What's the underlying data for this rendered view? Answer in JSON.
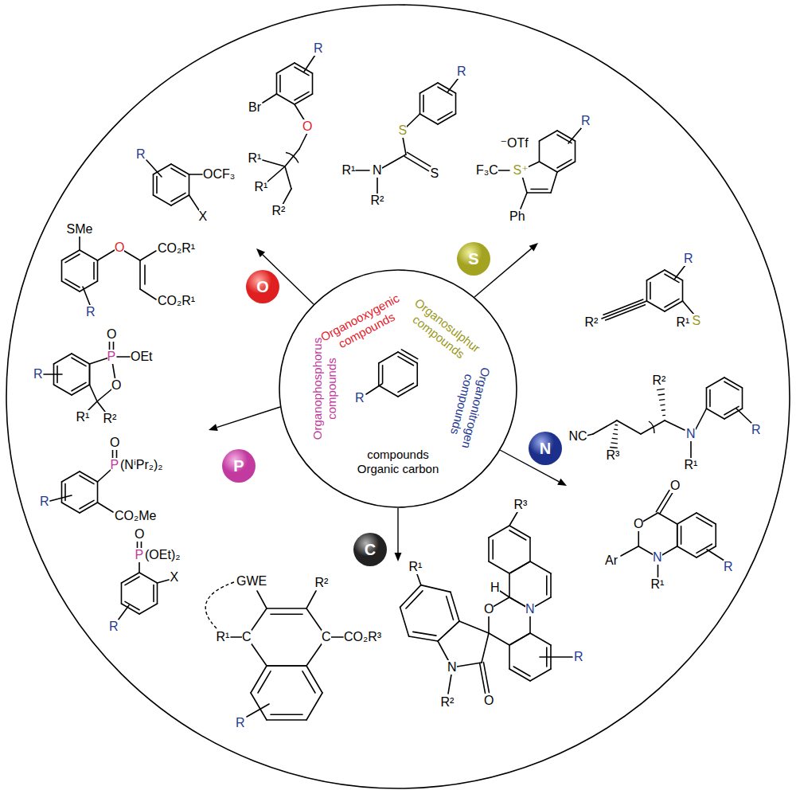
{
  "diagram": {
    "nodes": [
      {
        "text": [
          "Organooxygenic compounds",
          "Organosulphur compounds",
          "Organonitrogen compounds",
          "Organophosphorus compounds",
          "compounds Organic carbon"
        ]
      },
      {
        "text": [
          "O"
        ]
      },
      {
        "text": [
          "S"
        ]
      },
      {
        "text": [
          "N"
        ]
      },
      {
        "text": [
          "C"
        ]
      },
      {
        "text": [
          "P"
        ]
      }
    ],
    "labels": [
      "R",
      "OCF₃",
      "X",
      "SMe",
      "O",
      "CO₂R¹",
      "CO₂R¹",
      "R",
      "R",
      "Br",
      "O",
      "R¹",
      "R¹",
      "R²",
      "R",
      "S",
      "S",
      "N",
      "R¹",
      "R²",
      "⁻OTf",
      "R",
      "F₃C",
      "S⁺",
      "Ph",
      "R",
      "R²",
      "R¹",
      "S",
      "R²",
      "R",
      "NC",
      "N",
      "R³",
      "R¹",
      "Ar",
      "O",
      "O",
      "N",
      "R¹",
      "R",
      "R³",
      "H",
      "N",
      "O",
      "R",
      "R¹",
      "N",
      "R²",
      "O",
      "GWE",
      "R²",
      "R¹",
      "C",
      "C",
      "CO₂R³",
      "R",
      "O",
      "P",
      "(OEt)₂",
      "X",
      "R",
      "O",
      "P",
      "(NⁱPr₂)₂",
      "CO₂Me",
      "R",
      "O",
      "P",
      "OEt",
      "O",
      "R",
      "R¹",
      "R²",
      "R"
    ]
  }
}
